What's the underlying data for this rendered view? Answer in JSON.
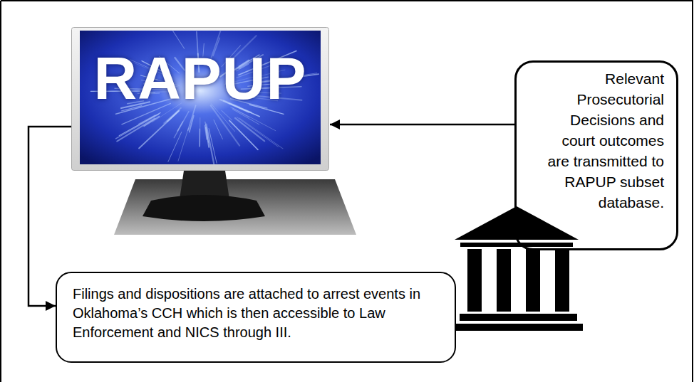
{
  "diagram": {
    "nodes": [
      {
        "text": [
          "RAPUP"
        ]
      },
      {
        "text": [
          "Relevant Prosecutorial Decisions and court outcomes are transmitted to RAPUP subset database."
        ]
      },
      {
        "text": [
          "Filings and dispositions are attached to arrest events in Oklahoma’s CCH which is then accessible to Law Enforcement and NICS through III."
        ]
      }
    ],
    "edges": [
      {
        "from": 1,
        "to": 0,
        "arrow": "to"
      },
      {
        "from": 0,
        "to": 2,
        "arrow": "to"
      }
    ]
  }
}
